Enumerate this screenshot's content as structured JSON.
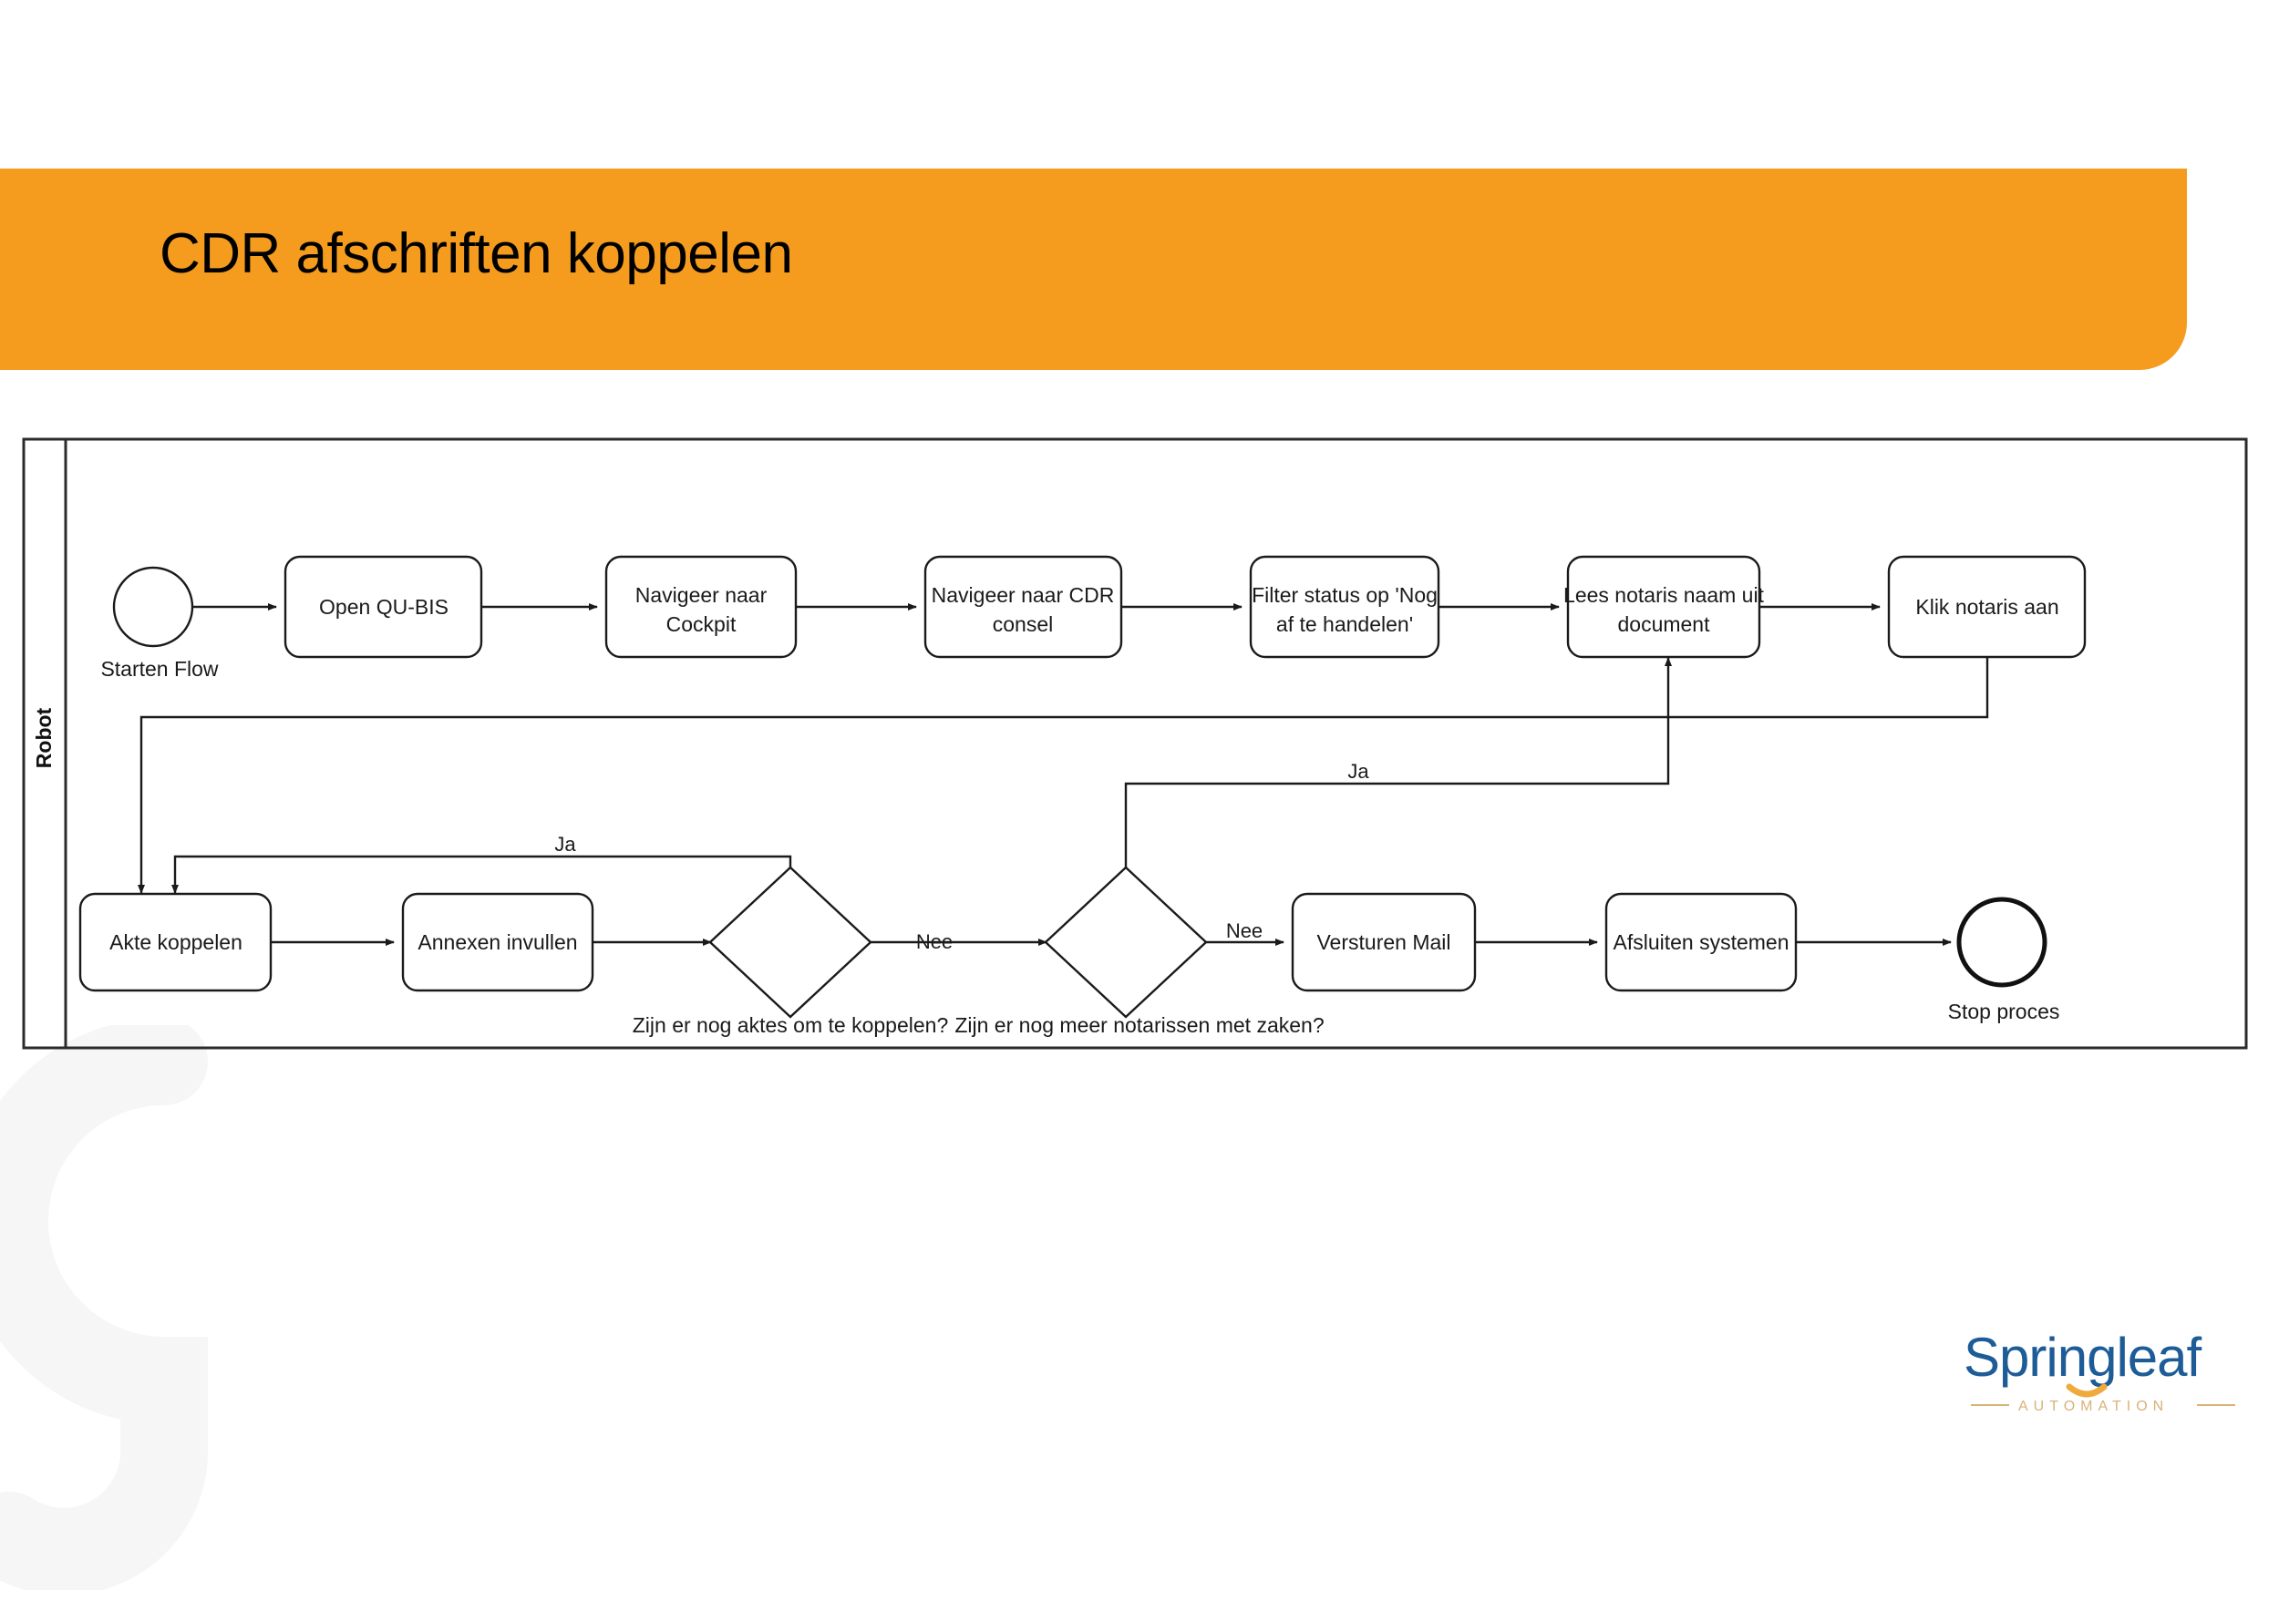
{
  "slide": {
    "title": "CDR afschriften koppelen",
    "banner_color": "#F59C1E",
    "background_color": "#FFFFFF"
  },
  "diagram": {
    "type": "flowchart",
    "lane_label": "Robot",
    "nodes": [
      {
        "id": "start",
        "shape": "circle",
        "label": "",
        "caption": "Starten Flow"
      },
      {
        "id": "n1",
        "shape": "process",
        "label": "Open QU-BIS"
      },
      {
        "id": "n2",
        "shape": "process",
        "label_line1": "Navigeer naar",
        "label_line2": "Cockpit"
      },
      {
        "id": "n3",
        "shape": "process",
        "label_line1": "Navigeer naar CDR",
        "label_line2": "consel"
      },
      {
        "id": "n4",
        "shape": "process",
        "label_line1": "Filter status op 'Nog",
        "label_line2": "af te handelen'"
      },
      {
        "id": "n5",
        "shape": "process",
        "label_line1": "Lees notaris naam uit",
        "label_line2": "document"
      },
      {
        "id": "n6",
        "shape": "process",
        "label": "Klik notaris aan"
      },
      {
        "id": "n7",
        "shape": "process",
        "label": "Akte koppelen"
      },
      {
        "id": "n8",
        "shape": "process",
        "label": "Annexen invullen"
      },
      {
        "id": "d1",
        "shape": "decision",
        "label": "",
        "caption": "Zijn er nog aktes om te koppelen?"
      },
      {
        "id": "d2",
        "shape": "decision",
        "label": "",
        "caption": "Zijn er nog meer notarissen met zaken?"
      },
      {
        "id": "n9",
        "shape": "process",
        "label": "Versturen Mail"
      },
      {
        "id": "n10",
        "shape": "process",
        "label": "Afsluiten systemen"
      },
      {
        "id": "stop",
        "shape": "circle-end",
        "label": "",
        "caption": "Stop proces"
      }
    ],
    "edge_labels": {
      "d1_yes": "Ja",
      "d1_no": "Nee",
      "d2_yes": "Ja",
      "d2_no": "Nee"
    }
  },
  "logo": {
    "wordmark": "Springleaf",
    "tagline": "AUTOMATION",
    "brand_blue": "#1D5C96",
    "brand_gold": "#F0A93B"
  }
}
